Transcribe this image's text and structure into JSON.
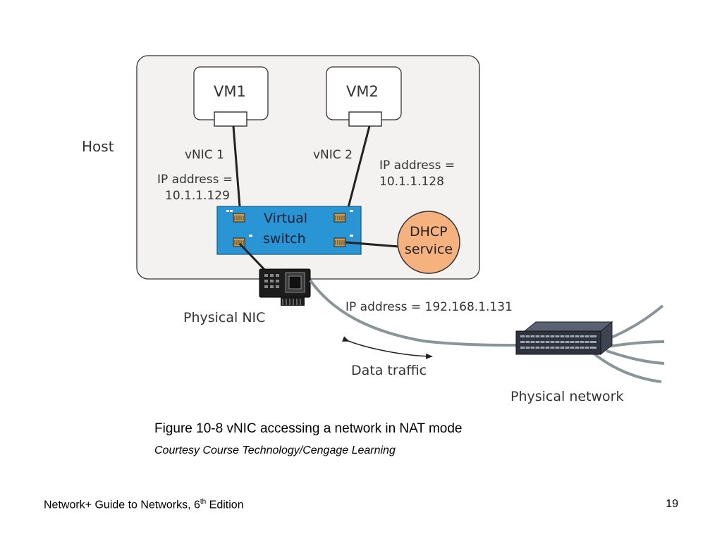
{
  "diagram": {
    "host_label": "Host",
    "vm1_label": "VM1",
    "vm2_label": "VM2",
    "vnic1_label": "vNIC 1",
    "vnic2_label": "vNIC 2",
    "ip_vm1_line1": "IP address =",
    "ip_vm1_line2": "10.1.1.129",
    "ip_vm2_line1": "IP address =",
    "ip_vm2_line2": "10.1.1.128",
    "switch_line1": "Virtual",
    "switch_line2": "switch",
    "dhcp_line1": "DHCP",
    "dhcp_line2": "service",
    "physical_nic_label": "Physical NIC",
    "physical_ip_label": "IP address = 192.168.1.131",
    "data_traffic_label": "Data traffic",
    "physical_network_label": "Physical network",
    "colors": {
      "host_fill": "#f3f2f1",
      "switch_fill": "#2a95d5",
      "dhcp_fill": "#f6b27e",
      "cable": "#8a9597"
    }
  },
  "caption": "Figure 10-8 vNIC accessing a network in NAT mode",
  "credit": "Courtesy Course Technology/Cengage Learning",
  "footer": {
    "book_title_pre": "Network+ Guide to Networks, 6",
    "book_title_sup": "th",
    "book_title_post": " Edition",
    "page_number": "19"
  }
}
